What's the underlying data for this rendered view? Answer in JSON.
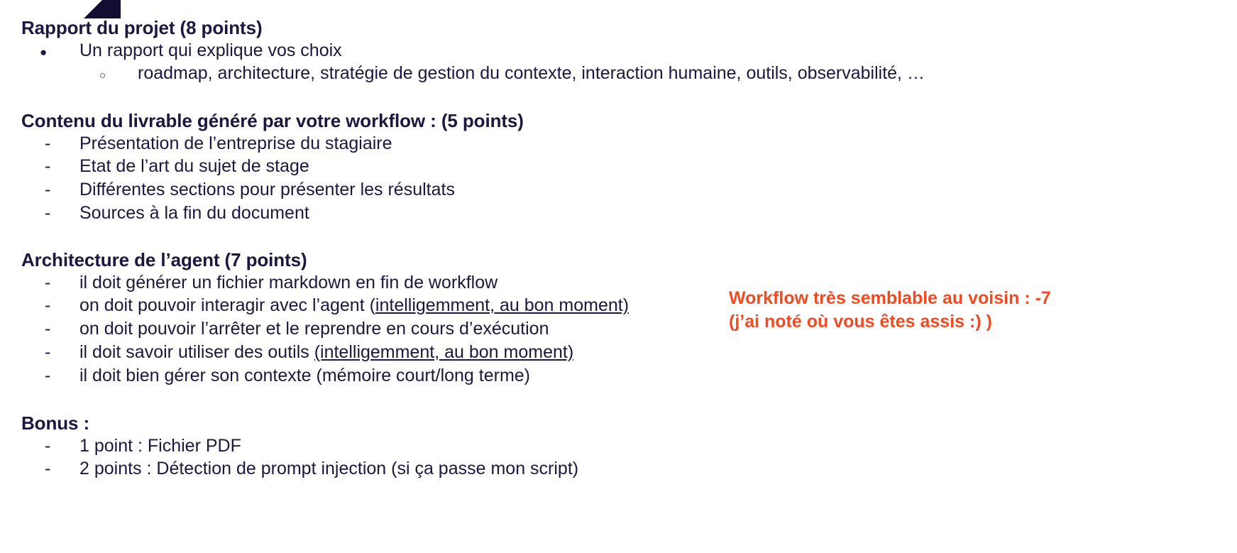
{
  "slide": {
    "background_color": "#ffffff",
    "text_color": "#1b1840",
    "accent_color": "#ef4b22",
    "decoration_color": "#110d33"
  },
  "sections": [
    {
      "id": "rapport",
      "heading": "Rapport du projet  (8 points)",
      "items": [
        {
          "marker": "●",
          "marker_type": "disc",
          "text": "Un rapport qui explique vos choix"
        },
        {
          "marker": "○",
          "marker_type": "circle",
          "text": "roadmap, architecture, stratégie de gestion du contexte, interaction humaine, outils, observabilité, …"
        }
      ]
    },
    {
      "id": "contenu",
      "heading": "Contenu du livrable généré par votre workflow : (5 points)",
      "items": [
        {
          "marker": "-",
          "marker_type": "dash",
          "text": "Présentation de l’entreprise du stagiaire"
        },
        {
          "marker": "-",
          "marker_type": "dash",
          "text": "Etat de l’art du sujet de stage"
        },
        {
          "marker": "-",
          "marker_type": "dash",
          "text": "Différentes sections pour présenter les résultats"
        },
        {
          "marker": "-",
          "marker_type": "dash",
          "text": "Sources à la fin du document"
        }
      ]
    },
    {
      "id": "architecture",
      "heading": "Architecture de l’agent (7 points)",
      "items": [
        {
          "marker": "-",
          "marker_type": "dash",
          "text": "il doit générer un fichier markdown en fin de workflow"
        },
        {
          "marker": "-",
          "marker_type": "dash",
          "text": "on doit pouvoir interagir avec l’agent (",
          "underlined": "intelligemment, au bon moment)",
          "text_after": ""
        },
        {
          "marker": "-",
          "marker_type": "dash",
          "text": "on doit pouvoir l’arrêter et le reprendre en cours d’exécution"
        },
        {
          "marker": "-",
          "marker_type": "dash",
          "text": "il doit savoir utiliser des outils ",
          "underlined": "(intelligemment, au bon moment)",
          "text_after": ""
        },
        {
          "marker": "-",
          "marker_type": "dash",
          "text": "il doit bien gérer son contexte (mémoire court/long terme)"
        }
      ]
    },
    {
      "id": "bonus",
      "heading": "Bonus :",
      "items": [
        {
          "marker": "-",
          "marker_type": "dash",
          "text": "1 point : Fichier PDF"
        },
        {
          "marker": "-",
          "marker_type": "dash",
          "text": "2 points : Détection de prompt injection (si ça passe mon script)"
        }
      ]
    }
  ],
  "annotation": {
    "line1": "Workflow très semblable au voisin : -7",
    "line2": "(j’ai noté où vous êtes assis :) )"
  }
}
